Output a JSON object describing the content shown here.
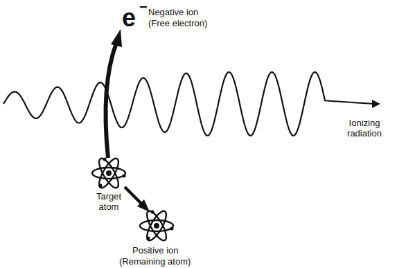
{
  "diagram": {
    "labels": [
      "e",
      "−",
      "Negative ion",
      "(Free electron)",
      "Ionizing radiation",
      "Target atom",
      "Positive ion",
      "(Remaining atom)"
    ]
  }
}
